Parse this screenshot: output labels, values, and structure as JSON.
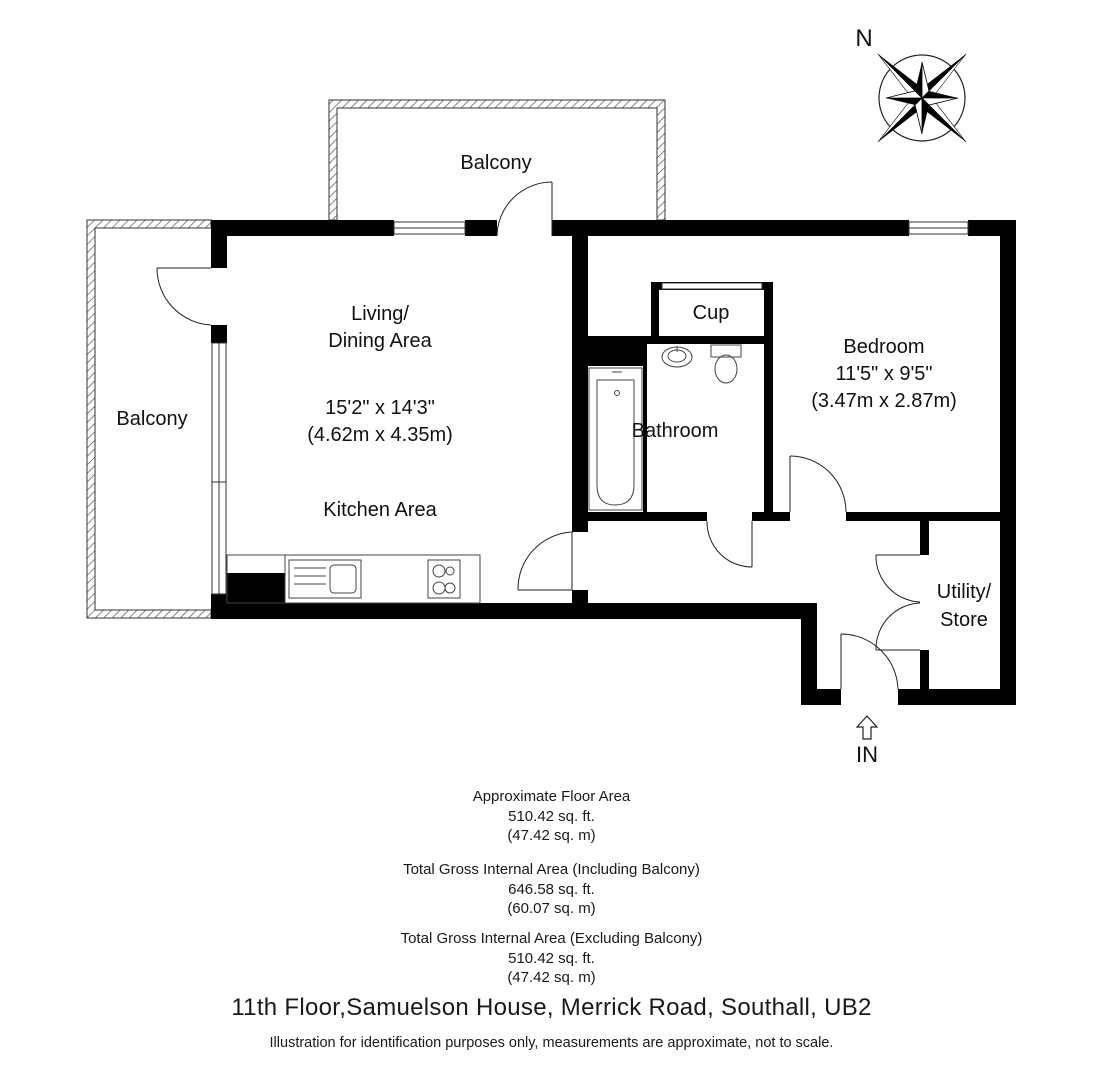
{
  "rooms": {
    "balcony_top": "Balcony",
    "balcony_left": "Balcony",
    "living_line1": "Living/",
    "living_line2": "Dining Area",
    "living_dim_ft": "15'2\" x 14'3\"",
    "living_dim_m": "(4.62m x 4.35m)",
    "kitchen": "Kitchen Area",
    "cup": "Cup",
    "bathroom": "Bathroom",
    "bedroom": "Bedroom",
    "bedroom_dim_ft": "11'5\" x 9'5\"",
    "bedroom_dim_m": "(3.47m x 2.87m)",
    "utility_line1": "Utility/",
    "utility_line2": "Store"
  },
  "compass": {
    "north_label": "N"
  },
  "entrance": {
    "label": "IN"
  },
  "areas": {
    "approx_title": "Approximate Floor Area",
    "approx_sqft": "510.42 sq. ft.",
    "approx_sqm": "(47.42 sq. m)",
    "incl_title": "Total Gross Internal Area (Including Balcony)",
    "incl_sqft": "646.58 sq. ft.",
    "incl_sqm": "(60.07 sq. m)",
    "excl_title": "Total Gross Internal Area (Excluding Balcony)",
    "excl_sqft": "510.42 sq. ft.",
    "excl_sqm": "(47.42 sq. m)"
  },
  "address": "11th Floor,Samuelson House, Merrick Road, Southall, UB2",
  "disclaimer": "Illustration for identification purposes only, measurements are approximate, not to scale."
}
